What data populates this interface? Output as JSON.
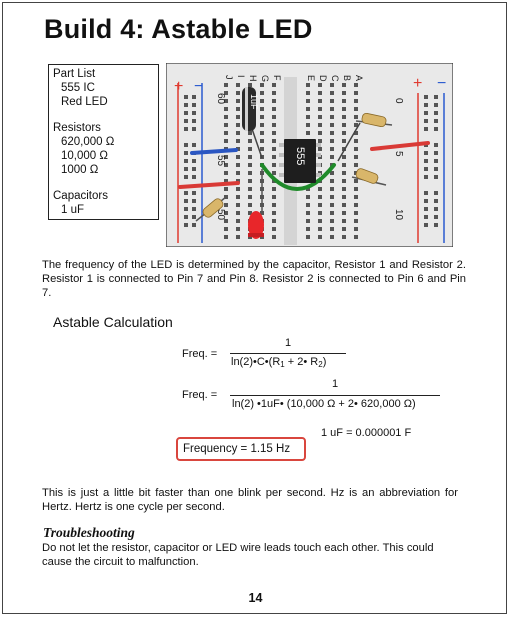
{
  "title": "Build 4: Astable LED",
  "parts": {
    "heading": "Part List",
    "items": [
      "555 IC",
      "Red LED"
    ],
    "resistors_heading": "Resistors",
    "resistors": [
      "620,000 Ω",
      "10,000 Ω",
      "1000 Ω"
    ],
    "capacitors_heading": "Capacitors",
    "capacitors": [
      "1 uF"
    ]
  },
  "breadboard": {
    "row_letters_left": [
      "J",
      "I",
      "H",
      "G",
      "F"
    ],
    "row_letters_right": [
      "E",
      "D",
      "C",
      "B",
      "A"
    ],
    "column_numbers": [
      "60",
      "55",
      "50",
      "0",
      "5",
      "10"
    ],
    "rail_plus": "+",
    "rail_minus": "−",
    "ic_label": "555",
    "capacitor_label": "1uF",
    "colors": {
      "led": "#e8262a",
      "jumper_red": "#d93a36",
      "jumper_blue": "#2a56c2",
      "jumper_green": "#1f8a2a",
      "rail_red": "#e03a30",
      "rail_blue": "#2b5bd0",
      "board": "#e9e9e9"
    }
  },
  "paragraph1": "The frequency of the LED is determined by the capacitor, Resistor 1 and Resistor 2. Resistor 1 is connected to Pin 7 and Pin 8. Resistor 2 is connected to Pin 6 and Pin 7.",
  "calc": {
    "heading": "Astable Calculation",
    "freq_label": "Freq. =",
    "numerator": "1",
    "formula1_denominator": "ln(2)•C•(R1 + 2• R2)",
    "formula2_denominator": "ln(2) •1uF• (10,000 Ω + 2• 620,000 Ω)",
    "conversion": "1 uF = 0.000001 F",
    "result": "Frequency = 1.15 Hz"
  },
  "paragraph2": "This is just a little bit faster than one blink per second. Hz is an abbreviation for Hertz. Hertz is one cycle per second.",
  "troubleshooting": {
    "heading": "Troubleshooting",
    "text": "Do not let the resistor, capacitor or LED wire leads touch each other. This could cause the circuit to malfunction."
  },
  "page_number": "14"
}
